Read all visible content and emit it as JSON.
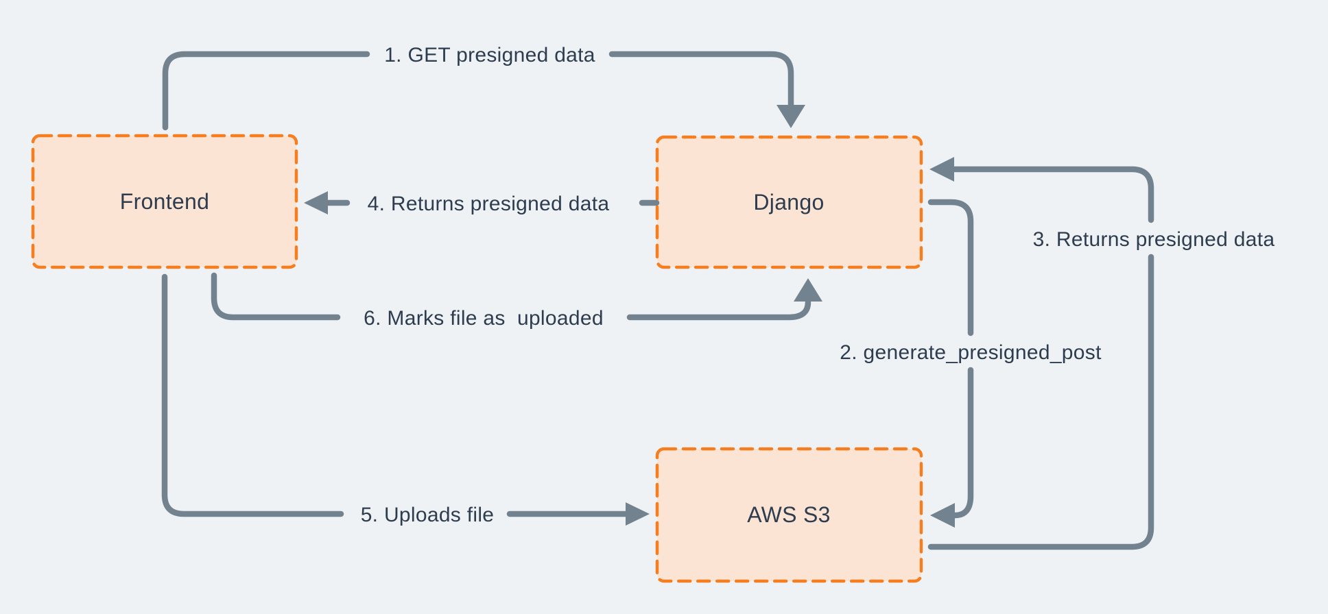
{
  "diagram": {
    "description": "Presigned upload flow between Frontend, Django and AWS S3",
    "colors": {
      "background": "#eef2f5",
      "node_fill": "#fce4d4",
      "node_border": "#f57e20",
      "connector": "#72828f",
      "text": "#2d3c4e"
    },
    "nodes": [
      {
        "label": "Frontend"
      },
      {
        "label": "Django"
      },
      {
        "label": "AWS S3"
      }
    ],
    "edges": [
      {
        "label": "1. GET presigned data",
        "from": "Frontend",
        "to": "Django"
      },
      {
        "label": "2. generate_presigned_post",
        "from": "Django",
        "to": "AWS S3"
      },
      {
        "label": "3. Returns presigned data",
        "from": "AWS S3",
        "to": "Django"
      },
      {
        "label": "4. Returns presigned data",
        "from": "Django",
        "to": "Frontend"
      },
      {
        "label": "5. Uploads file",
        "from": "Frontend",
        "to": "AWS S3"
      },
      {
        "label": "6. Marks file as  uploaded",
        "from": "Frontend",
        "to": "Django"
      }
    ]
  }
}
